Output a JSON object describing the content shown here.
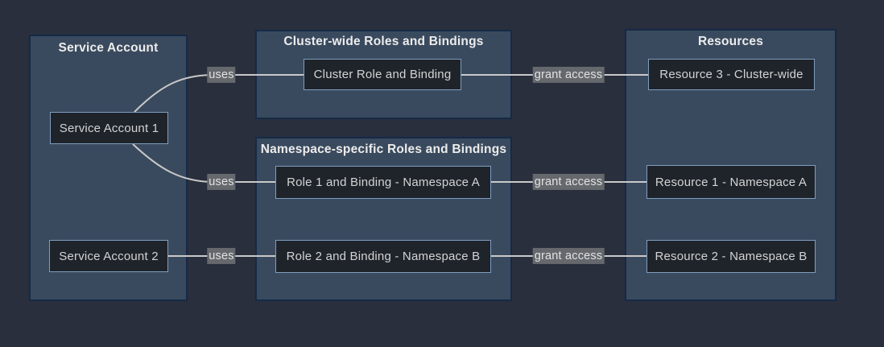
{
  "diagram": {
    "type": "flowchart",
    "theme": "dark",
    "colors": {
      "background": "#292f3c",
      "container_fill": "#3a4a5e",
      "container_border": "#142a47",
      "container_title_text": "#ececec",
      "node_fill": "#1f242b",
      "node_border": "#7f9dbf",
      "node_text": "#d3d3d3",
      "edge_line": "#c9c9c9",
      "edge_label_bg": "#65696e",
      "edge_label_text": "#e2e2e2"
    },
    "containers": [
      {
        "title": "Service Account"
      },
      {
        "title": "Cluster-wide Roles and Bindings"
      },
      {
        "title": "Namespace-specific Roles and Bindings"
      },
      {
        "title": "Resources"
      }
    ],
    "nodes": [
      {
        "label": "Service Account 1"
      },
      {
        "label": "Service Account 2"
      },
      {
        "label": "Cluster Role and Binding"
      },
      {
        "label": "Role 1 and Binding - Namespace A"
      },
      {
        "label": "Role 2 and Binding - Namespace B"
      },
      {
        "label": "Resource 3 - Cluster-wide"
      },
      {
        "label": "Resource 1 - Namespace A"
      },
      {
        "label": "Resource 2 - Namespace B"
      }
    ],
    "edges": [
      {
        "label": "uses",
        "from": "Service Account 1",
        "to": "Cluster Role and Binding"
      },
      {
        "label": "uses",
        "from": "Service Account 1",
        "to": "Role 1 and Binding - Namespace A"
      },
      {
        "label": "uses",
        "from": "Service Account 2",
        "to": "Role 2 and Binding - Namespace B"
      },
      {
        "label": "grant access",
        "from": "Cluster Role and Binding",
        "to": "Resource 3 - Cluster-wide"
      },
      {
        "label": "grant access",
        "from": "Role 1 and Binding - Namespace A",
        "to": "Resource 1 - Namespace A"
      },
      {
        "label": "grant access",
        "from": "Role 2 and Binding - Namespace B",
        "to": "Resource 2 - Namespace B"
      }
    ]
  }
}
